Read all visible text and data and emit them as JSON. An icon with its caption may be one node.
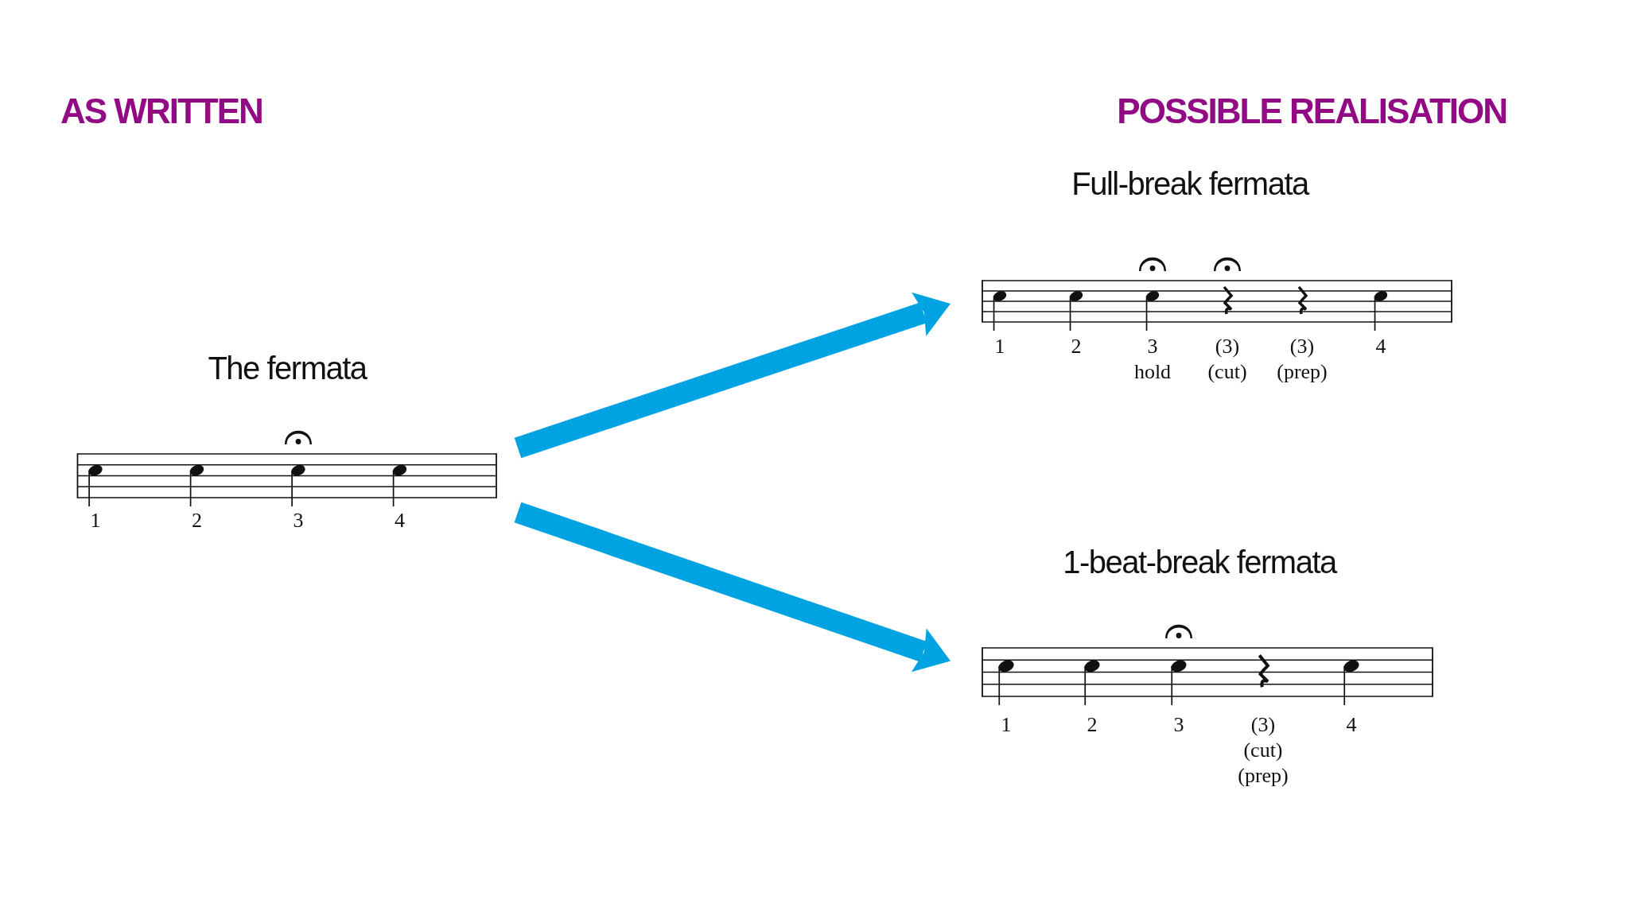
{
  "diagram": {
    "nodes": [
      {
        "text": [
          "The fermata",
          "1",
          "2",
          "3",
          "4"
        ]
      },
      {
        "text": [
          "Full-break fermata",
          "1",
          "2",
          "3 hold",
          "(3) (cut)",
          "(3) (prep)",
          "4"
        ]
      },
      {
        "text": [
          "1-beat-break fermata",
          "1",
          "2",
          "3",
          "(3) (cut) (prep)",
          "4"
        ]
      }
    ],
    "edges": [
      {
        "from": 0,
        "to": 1,
        "arrow": "to"
      },
      {
        "from": 0,
        "to": 2,
        "arrow": "to"
      }
    ],
    "labels": [
      "AS WRITTEN",
      "POSSIBLE REALISATION"
    ]
  }
}
